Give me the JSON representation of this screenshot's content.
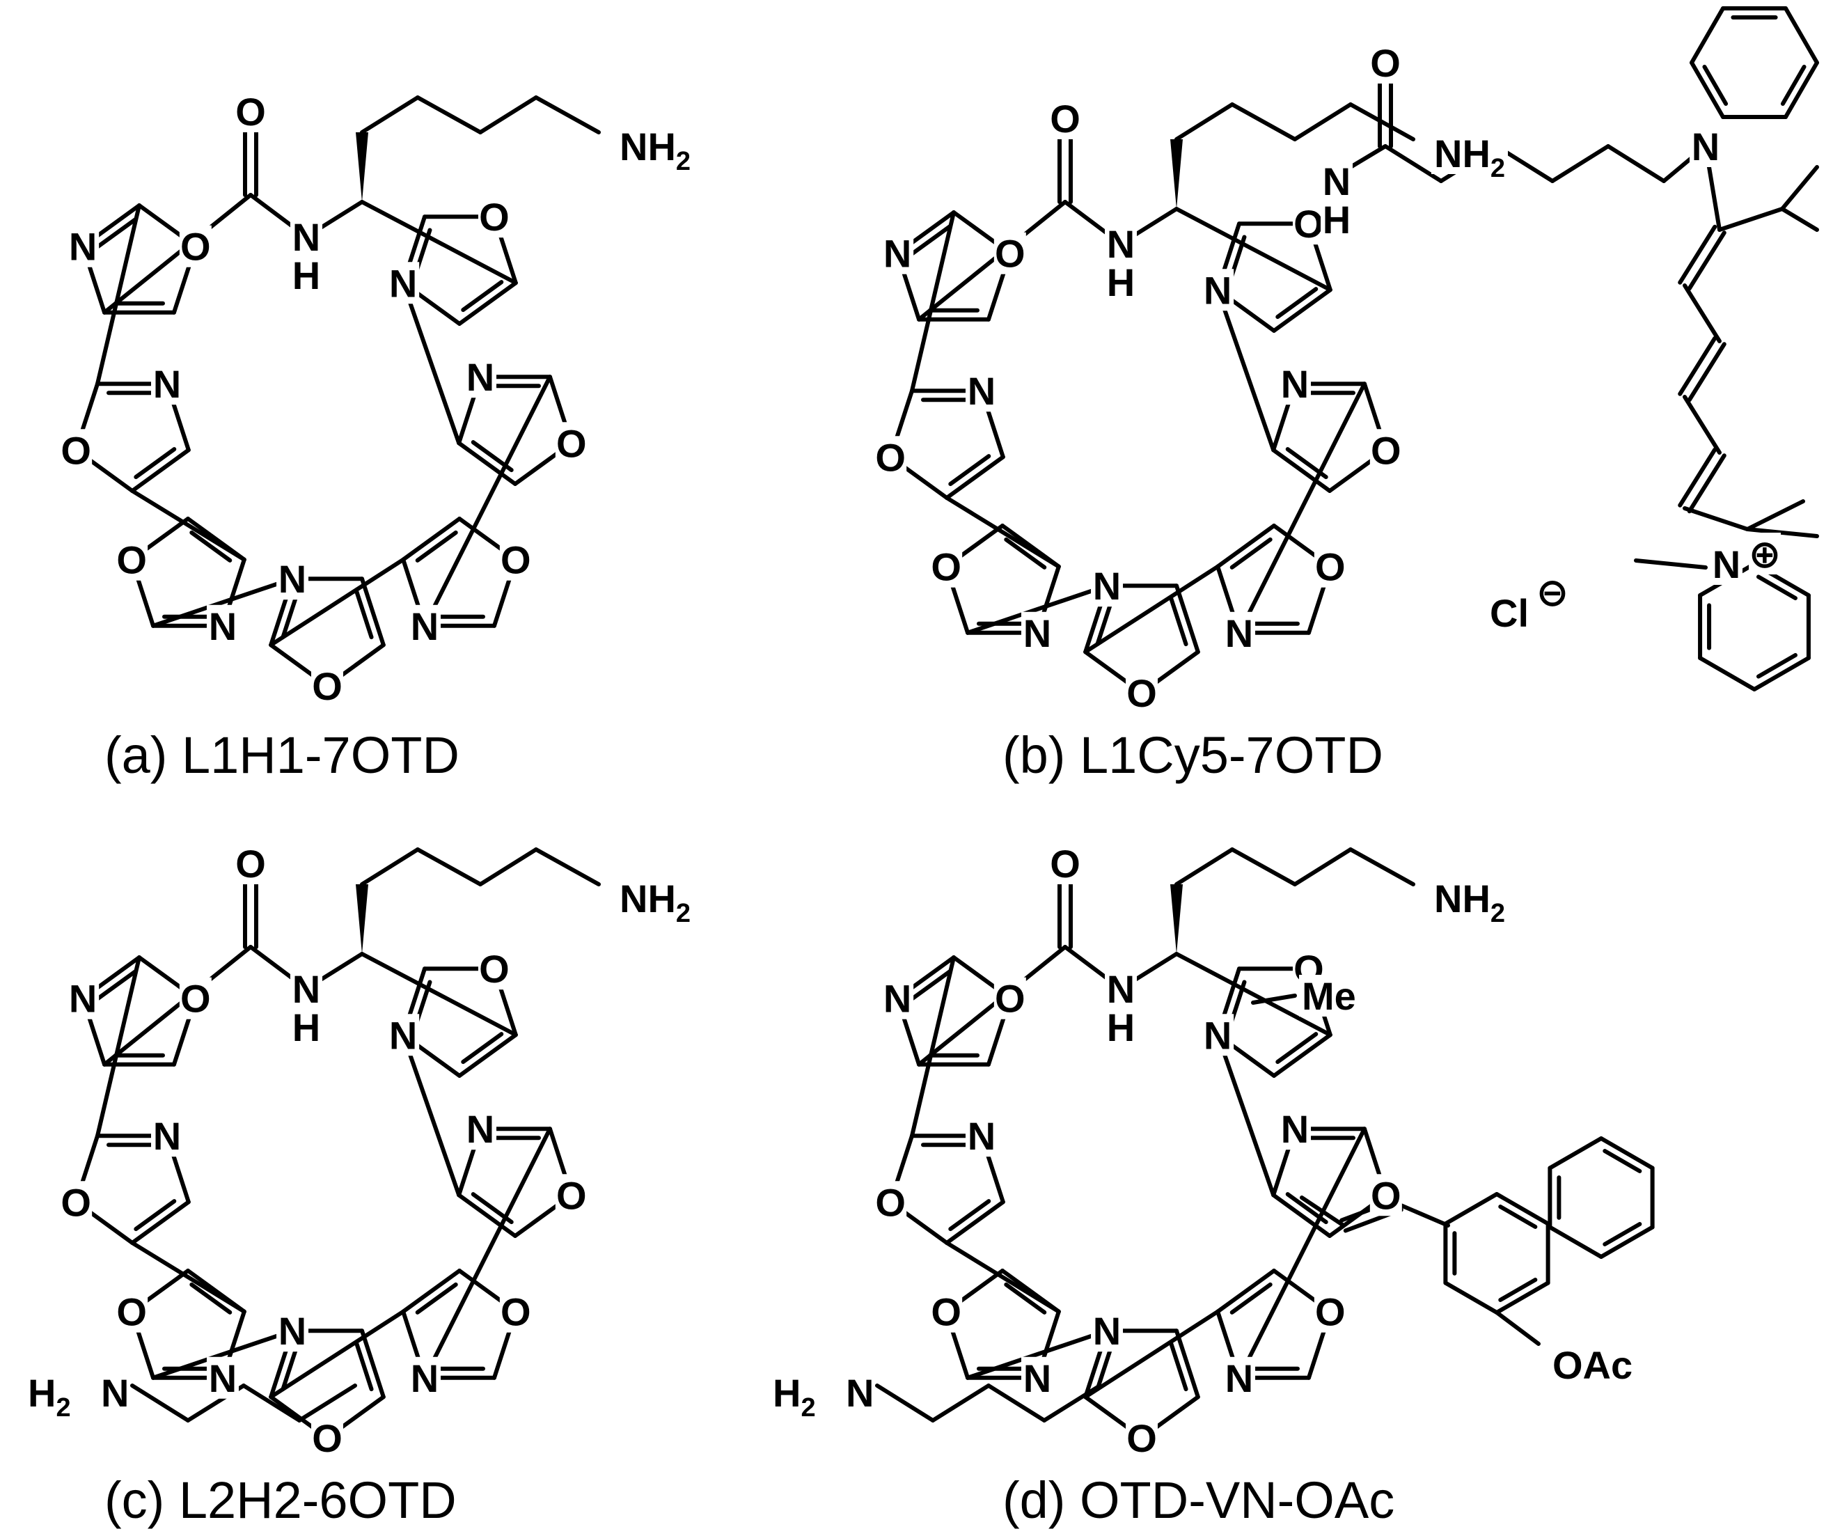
{
  "panels": [
    {
      "caption": "(a) L1H1-7OTD"
    },
    {
      "caption": "(b) L1Cy5-7OTD"
    },
    {
      "caption": "(c) L2H2-6OTD"
    },
    {
      "caption": "(d) OTD-VN-OAc"
    }
  ],
  "atoms": {
    "oxygen": "O",
    "nitrogen": "N",
    "hydrogen": "H",
    "nitrogen_h": "NH",
    "amine": "NH",
    "amine_sub": "2",
    "amine_left": "H",
    "amine_left_sub": "2",
    "amine_left_n": "N",
    "methyl": "Me",
    "acetoxy": "OAc",
    "chloride": "Cl",
    "chloride_charge": "⊖",
    "cation_charge": "⊕"
  }
}
